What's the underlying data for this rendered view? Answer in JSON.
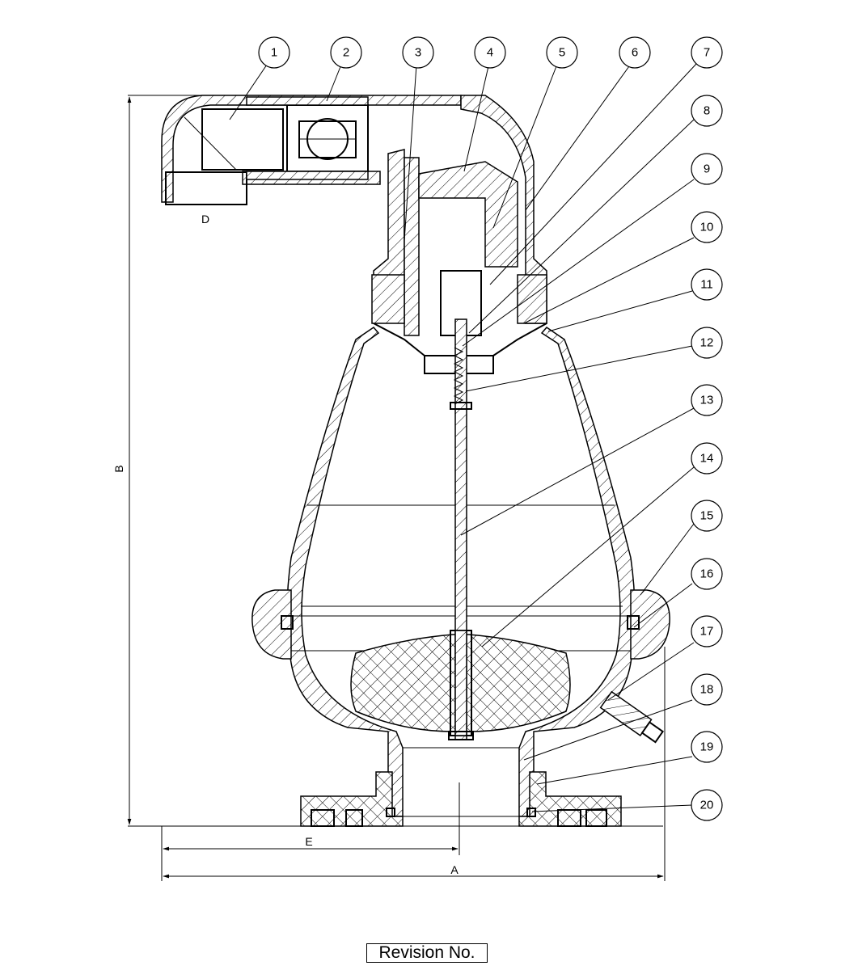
{
  "callouts": [
    "1",
    "2",
    "3",
    "4",
    "5",
    "6",
    "7",
    "8",
    "9",
    "10",
    "11",
    "12",
    "13",
    "14",
    "15",
    "16",
    "17",
    "18",
    "19",
    "20"
  ],
  "dimensions": {
    "a": "A",
    "b": "B",
    "d": "D",
    "e": "E"
  },
  "revision_label": "Revision No."
}
